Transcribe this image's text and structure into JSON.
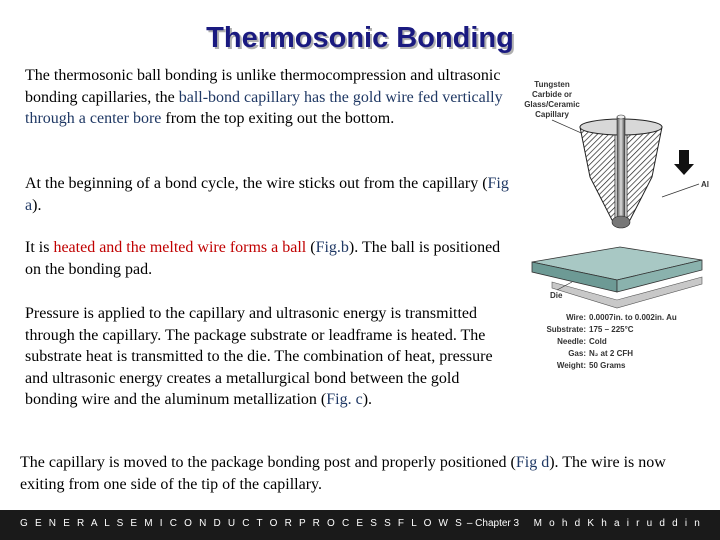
{
  "slide": {
    "title": "Thermosonic Bonding",
    "paragraphs": [
      {
        "parts": [
          "The thermosonic ball bonding is unlike thermocompression and ultrasonic bonding capillaries, the ",
          "ball-bond capillary has the gold wire fed vertically through a center bore",
          " from the top exiting out the bottom."
        ]
      },
      {
        "parts": [
          "At the beginning of a bond cycle, the wire sticks out from the capillary (",
          "Fig a",
          ")."
        ]
      },
      {
        "parts": [
          "It is ",
          "heated and the melted wire forms a ball",
          " (",
          "Fig.b",
          "). The ball is positioned on the bonding pad."
        ]
      },
      {
        "parts": [
          "Pressure is applied to the capillary and ultrasonic energy is transmitted through the capillary. The package substrate or leadframe is heated. The substrate heat is transmitted to the die. The combination of heat, pressure and ultrasonic energy creates a metallurgical bond between the gold bonding wire and the aluminum metallization (",
          "Fig. c",
          ")."
        ]
      },
      {
        "parts": [
          "The capillary is moved to the package bonding post and properly positioned (",
          "Fig d",
          "). The wire is now exiting from one side of the tip of the capillary."
        ]
      }
    ]
  },
  "diagram": {
    "capillary_label": [
      "Tungsten",
      "Carbide or",
      "Glass/Ceramic",
      "Capillary"
    ],
    "al_label": "Al",
    "die_label": "Die",
    "specs": [
      {
        "key": "Wire:",
        "value": "0.0007in. to 0.002in. Au"
      },
      {
        "key": "Substrate:",
        "value": "175 – 225°C"
      },
      {
        "key": "Needle:",
        "value": "Cold"
      },
      {
        "key": "Gas:",
        "value": "N₂ at 2 CFH"
      },
      {
        "key": "Weight:",
        "value": "50 Grams"
      }
    ]
  },
  "footer": {
    "left": "G E N E R A L  S E M I C O N D U C T O R  P R O C E S S  F L O W S",
    "left_tail": " – Chapter 3",
    "right": "M o h d  K h a i r u d d i n"
  }
}
